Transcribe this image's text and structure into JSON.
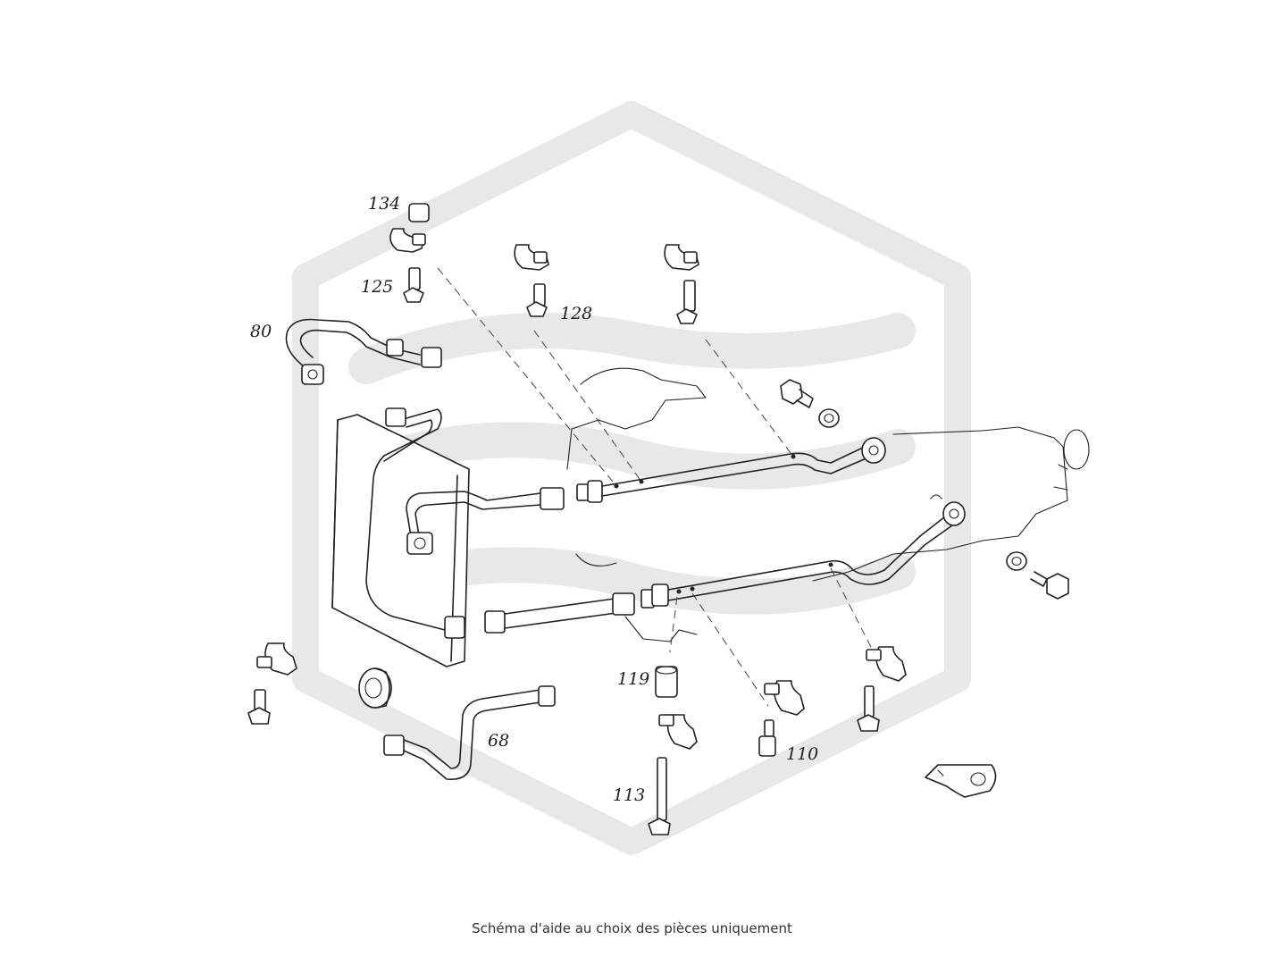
{
  "diagram": {
    "callouts": [
      {
        "id": "c134",
        "label": "134"
      },
      {
        "id": "c125",
        "label": "125"
      },
      {
        "id": "c128",
        "label": "128"
      },
      {
        "id": "c80",
        "label": "80"
      },
      {
        "id": "c119",
        "label": "119"
      },
      {
        "id": "c68",
        "label": "68"
      },
      {
        "id": "c110",
        "label": "110"
      },
      {
        "id": "c113",
        "label": "113"
      }
    ],
    "watermark_color": "#e8e8e8",
    "line_color": "#222222"
  },
  "caption": "Schéma d'aide au choix des pièces uniquement"
}
